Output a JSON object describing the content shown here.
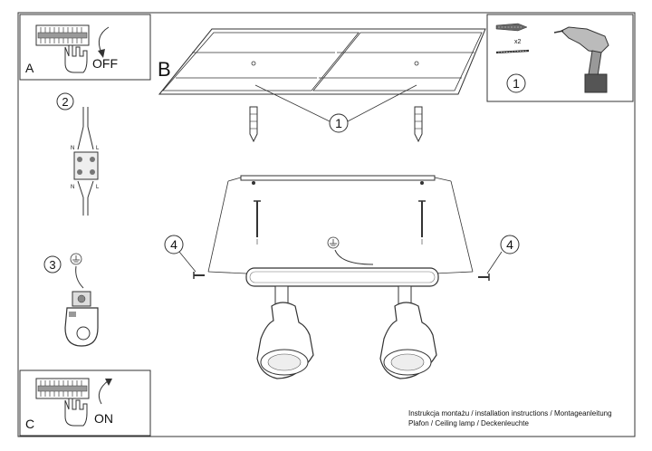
{
  "panels": {
    "a": {
      "letter": "A",
      "action": "OFF"
    },
    "b": {
      "letter": "B"
    },
    "c": {
      "letter": "C",
      "action": "ON"
    }
  },
  "steps": {
    "step1": "1",
    "step2": "2",
    "step3": "3",
    "step4": "4"
  },
  "tools": {
    "quantity": "x2",
    "step": "1"
  },
  "terminal_labels": {
    "n_top": "N",
    "l_top": "L",
    "n_bottom": "N",
    "l_bottom": "L"
  },
  "footer": {
    "line1": "Instrukcja montażu / installation instructions / Montageanleitung",
    "line2": "Plafon / Ceiling lamp / Deckenleuchte"
  }
}
